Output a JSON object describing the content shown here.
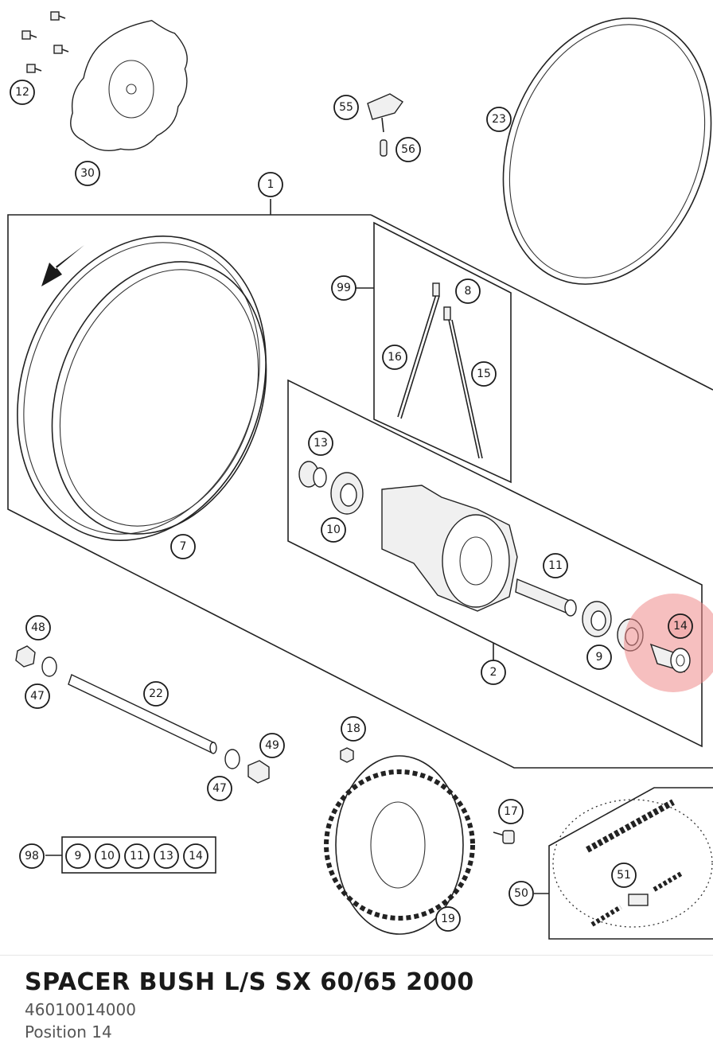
{
  "part": {
    "title": "SPACER BUSH L/S SX 60/65 2000",
    "number": "46010014000",
    "position_label": "Position 14"
  },
  "highlight_color": "#ef8a8a",
  "callouts": [
    "12",
    "30",
    "55",
    "56",
    "23",
    "1",
    "99",
    "8",
    "16",
    "15",
    "13",
    "10",
    "7",
    "11",
    "14",
    "9",
    "2",
    "48",
    "47",
    "22",
    "49",
    "18",
    "17",
    "98",
    "51",
    "50",
    "19"
  ],
  "kit_98_items": [
    "9",
    "10",
    "11",
    "13",
    "14"
  ]
}
